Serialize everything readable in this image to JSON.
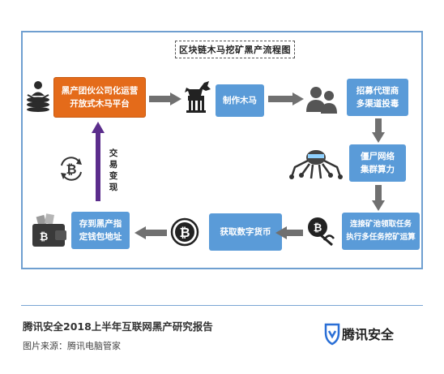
{
  "diagram": {
    "title": "区块链木马挖矿黑产流程图",
    "nodes": {
      "gang": [
        "黑产团伙公司化运营",
        "开放式木马平台"
      ],
      "make_trojan": [
        "制作木马"
      ],
      "recruit": [
        "招募代理商",
        "多渠道投毒"
      ],
      "botnet": [
        "僵尸网络",
        "集群算力"
      ],
      "mining": [
        "连接矿池领取任务",
        "执行多任务挖矿运算"
      ],
      "get_coin": [
        "获取数字货币"
      ],
      "wallet": [
        "存到黑产指",
        "定钱包地址"
      ]
    },
    "exchange_label": "交易变现"
  },
  "footer": {
    "report_title": "腾讯安全2018上半年互联网黑产研究报告",
    "source": "图片来源：腾讯电脑管家",
    "brand_name": "腾讯安全"
  },
  "colors": {
    "frame": "#6f9fd0",
    "node_blue": "#5a9bd8",
    "node_orange": "#e46b1a",
    "arrow_gray": "#707070",
    "arrow_purple": "#5b2d8c"
  },
  "icons": [
    "person-on-stack-icon",
    "trojan-horse-icon",
    "people-group-icon",
    "robot-spider-icon",
    "bitcoin-cycle-icon",
    "bitcoin-coin-icon",
    "pickaxe-coin-icon",
    "wallet-icon",
    "shield-logo-icon"
  ]
}
